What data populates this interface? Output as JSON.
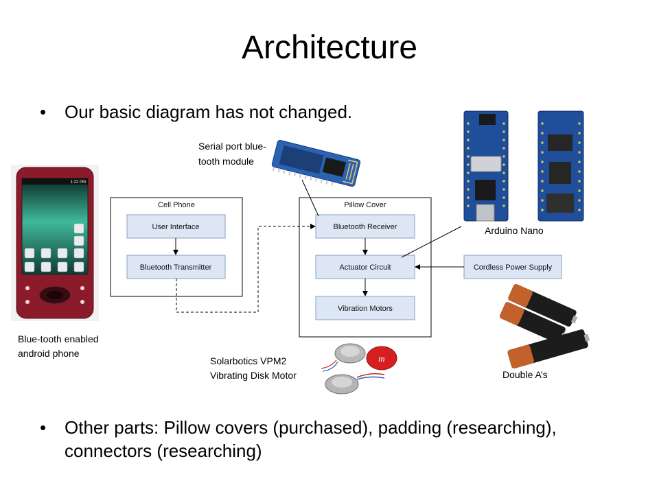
{
  "slide": {
    "title": "Architecture",
    "bullets": [
      {
        "marker": "•",
        "text": "Our basic diagram has not changed."
      },
      {
        "marker": "•",
        "text": "Other parts: Pillow covers (purchased), padding (researching), connectors (researching)"
      }
    ]
  },
  "diagram": {
    "cell_phone": {
      "label": "Cell Phone",
      "boxes": [
        "User Interface",
        "Bluetooth Transmitter"
      ]
    },
    "pillow_cover": {
      "label": "Pillow Cover",
      "boxes": [
        "Bluetooth Receiver",
        "Actuator Circuit",
        "Vibration Motors"
      ]
    },
    "power_supply": "Cordless Power Supply"
  },
  "captions": {
    "bluetooth_module": [
      "Serial port blue-",
      "tooth module"
    ],
    "arduino": "Arduino Nano",
    "phone": [
      "Blue-tooth enabled",
      "android phone"
    ],
    "motor": [
      "Solarbotics VPM2",
      "Vibrating Disk Motor"
    ],
    "batteries": "Double A’s"
  },
  "phone_screen": {
    "clock": "1:22 PM"
  },
  "colors": {
    "box_fill": "#dce6f4",
    "box_stroke": "#8aa0bd",
    "phone_body": "#8b1a2a",
    "pcb_blue": "#1f4e9a",
    "battery_copper": "#c2612b"
  }
}
